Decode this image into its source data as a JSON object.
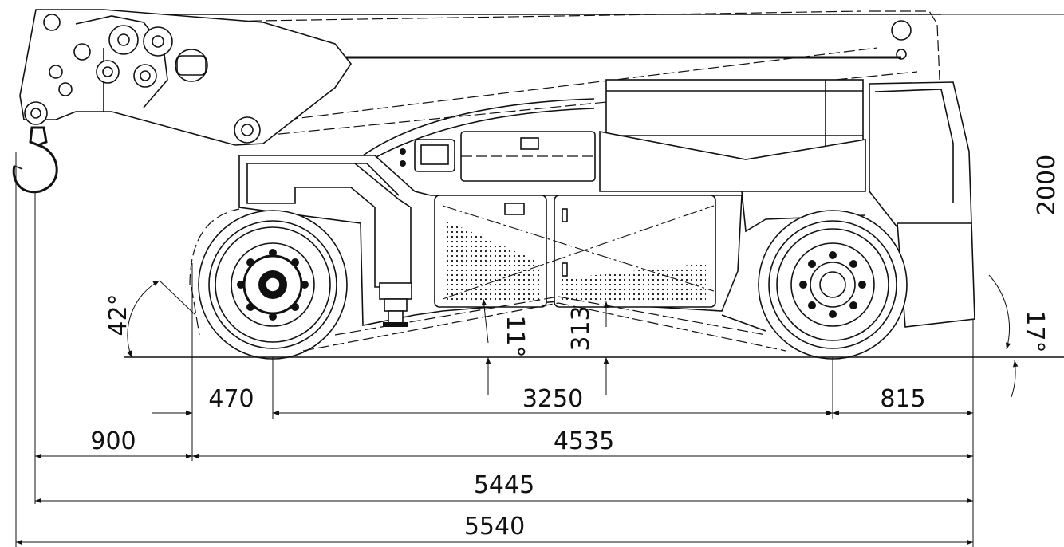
{
  "dimensions": {
    "overall_height": "2000",
    "front_overhang": "470",
    "wheelbase": "3250",
    "rear_overhang": "815",
    "hook_offset": "900",
    "chassis_length": "4535",
    "length_to_hook": "5445",
    "overall_length": "5540",
    "ground_clearance": "313",
    "approach_angle": "42°",
    "ramp_angle": "11°",
    "departure_angle": "17°"
  }
}
